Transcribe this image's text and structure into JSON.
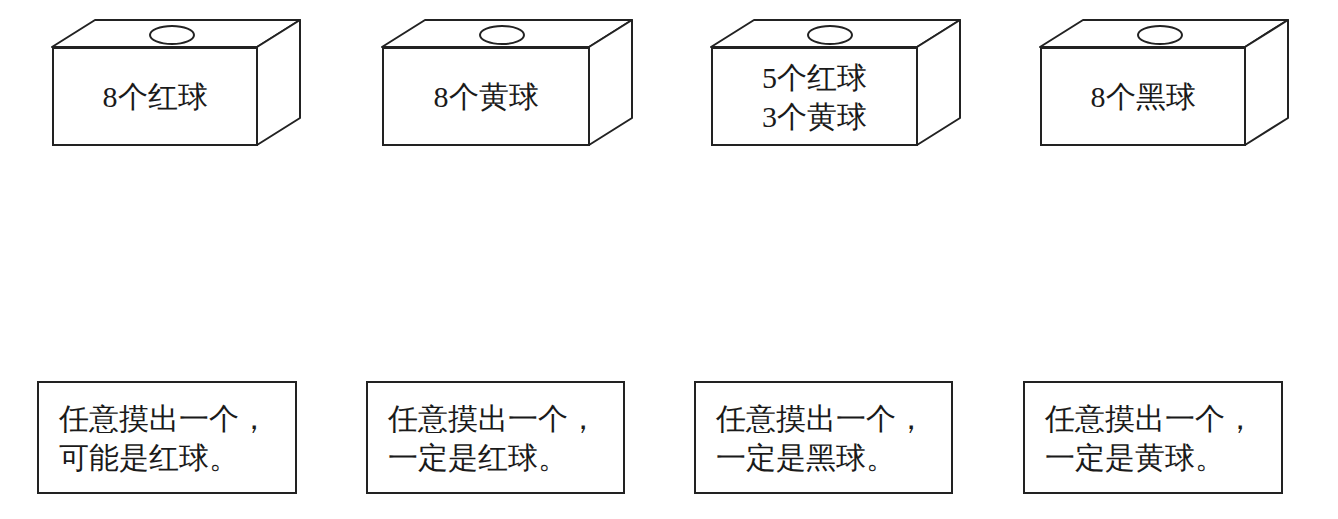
{
  "diagram": {
    "nodes": [
      {
        "text": [
          "8个红球"
        ]
      },
      {
        "text": [
          "8个黄球"
        ]
      },
      {
        "text": [
          "5个红球 3个黄球"
        ]
      },
      {
        "text": [
          "8个黑球"
        ]
      },
      {
        "text": [
          "任意摸出一个， 可能是红球。"
        ]
      },
      {
        "text": [
          "任意摸出一个， 一定是红球。"
        ]
      },
      {
        "text": [
          "任意摸出一个， 一定是黑球。"
        ]
      },
      {
        "text": [
          "任意摸出一个， 一定是黄球。"
        ]
      }
    ]
  }
}
